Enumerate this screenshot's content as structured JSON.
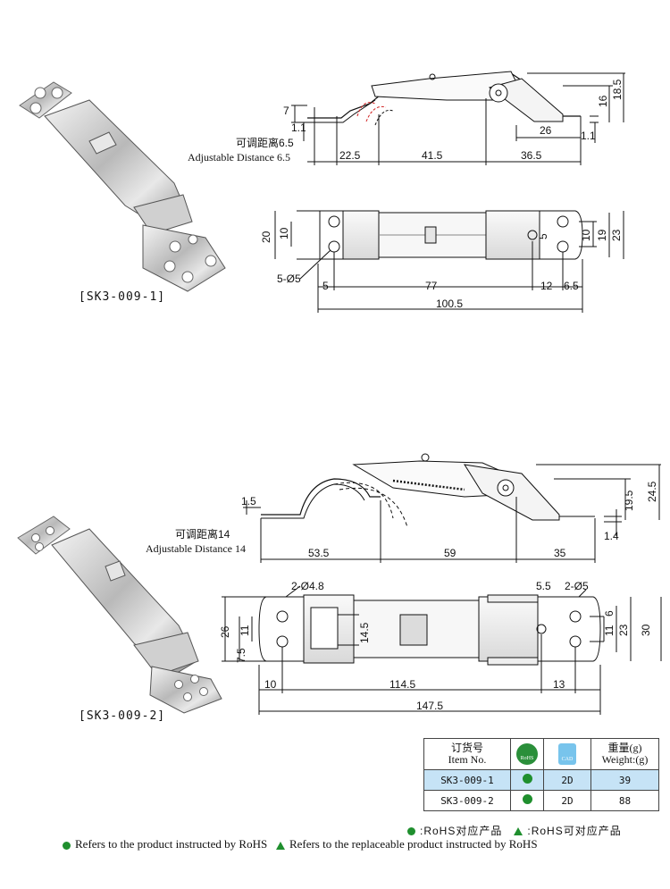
{
  "variant1": {
    "code": "[SK3-009-1]",
    "side_dims": {
      "d7": "7",
      "d1_1a": "1.1",
      "d22_5": "22.5",
      "d41_5": "41.5",
      "d36_5": "36.5",
      "d26": "26",
      "d1_1b": "1.1",
      "d16": "16",
      "d18_5": "18.5"
    },
    "adjust_cn": "可调距离6.5",
    "adjust_en": "Adjustable Distance 6.5",
    "plan_dims": {
      "d20": "20",
      "d10a": "10",
      "hole": "5-Ø5",
      "d5a": "5",
      "d77": "77",
      "d12": "12",
      "d6_5": "6.5",
      "d100_5": "100.5",
      "d5b": "5",
      "d10b": "10",
      "d19": "19",
      "d23": "23"
    }
  },
  "variant2": {
    "code": "[SK3-009-2]",
    "side_dims": {
      "d1_5": "1.5",
      "d53_5": "53.5",
      "d59": "59",
      "d35": "35",
      "d19_5": "19.5",
      "d24_5": "24.5",
      "d1_4": "1.4"
    },
    "adjust_cn": "可调距离14",
    "adjust_en": "Adjustable Distance 14",
    "plan_dims": {
      "hole_left": "2-Ø4.8",
      "d26": "26",
      "d7_5": "7.5",
      "d11a": "11",
      "d14_5": "14.5",
      "hole_right": "2-Ø5",
      "d5_5": "5.5",
      "d11b": "11",
      "d6": "6",
      "d23": "23",
      "d30": "30",
      "d10": "10",
      "d114_5": "114.5",
      "d13": "13",
      "d147_5": "147.5"
    }
  },
  "table": {
    "head_item_cn": "订货号",
    "head_item_en": "Item No.",
    "rohs_badge": "RoHS",
    "cad_badge": "CAD",
    "head_weight_cn": "重量(g)",
    "head_weight_en": "Weight:(g)",
    "rows": [
      {
        "item": "SK3-009-1",
        "cad": "2D",
        "weight": "39"
      },
      {
        "item": "SK3-009-2",
        "cad": "2D",
        "weight": "88"
      }
    ]
  },
  "legend": {
    "rohs_cn": ":RoHS对应产品",
    "replace_cn": ":RoHS可对应产品",
    "rohs_en": "Refers to the product instructed by RoHS",
    "replace_en": "Refers to the replaceable product instructed by RoHS"
  },
  "colors": {
    "rohs_green": "#1f8f2e",
    "highlight_blue": "#c6e3f6",
    "cad_blue": "#78c4ec"
  }
}
